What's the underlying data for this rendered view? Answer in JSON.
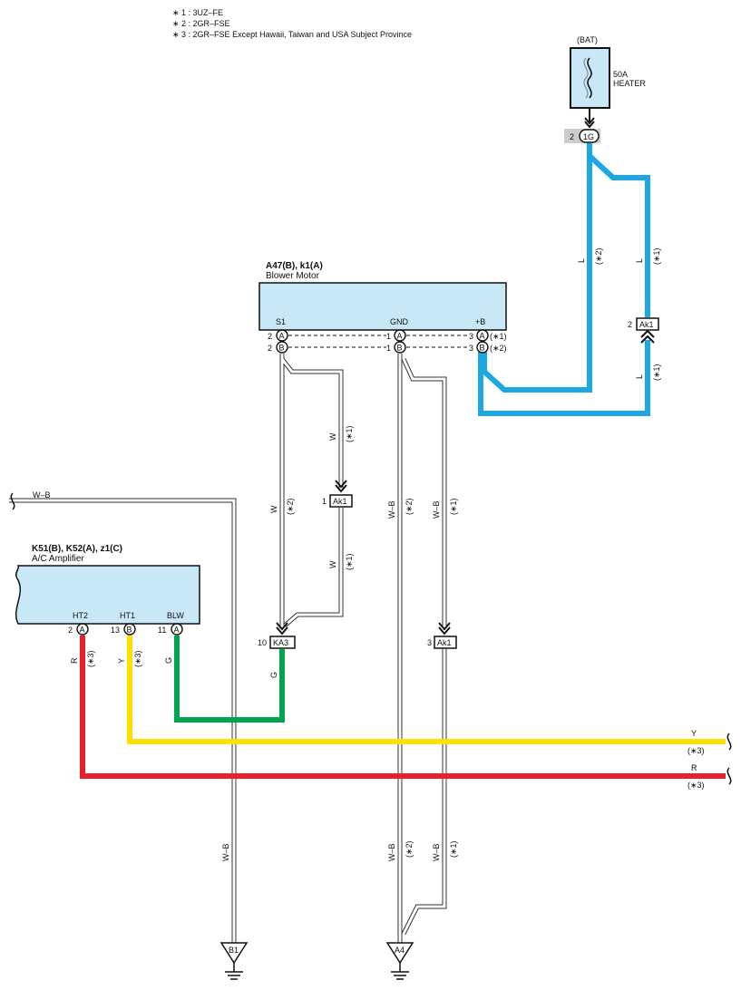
{
  "notes": [
    "∗ 1 : 3UZ–FE",
    "∗ 2 : 2GR–FSE",
    "∗ 3 : 2GR–FSE Except Hawaii,  Taiwan and USA Subject Province"
  ],
  "fuse": {
    "source": "(BAT)",
    "rating": "50A",
    "name": "HEATER",
    "pin": "2",
    "connector": "1G"
  },
  "blower": {
    "id": "A47(B), k1(A)",
    "name": "Blower Motor",
    "terminals": {
      "s1": "S1",
      "gnd": "GND",
      "plus_b": "+B"
    },
    "pins": {
      "s1_a": "2",
      "s1_a_tag": "A",
      "s1_b": "2",
      "s1_b_tag": "B",
      "gnd_a": "1",
      "gnd_a_tag": "A",
      "gnd_b": "1",
      "gnd_b_tag": "B",
      "b_a": "3",
      "b_a_tag": "A",
      "b_a_note": "(∗1)",
      "b_b": "3",
      "b_b_tag": "B",
      "b_b_note": "(∗2)"
    }
  },
  "amplifier": {
    "id": "K51(B), K52(A), z1(C)",
    "name": "A/C Amplifier",
    "terminals": {
      "ht2": "HT2",
      "ht1": "HT1",
      "blw": "BLW"
    },
    "pins": {
      "ht2": "2",
      "ht2_tag": "A",
      "ht1": "13",
      "ht1_tag": "B",
      "blw": "11",
      "blw_tag": "A"
    }
  },
  "connectors": {
    "ak1_top": {
      "pin": "2",
      "name": "Ak1"
    },
    "ak1_mid": {
      "pin": "1",
      "name": "Ak1"
    },
    "ka3": {
      "pin": "10",
      "name": "KA3"
    },
    "ak1_bot": {
      "pin": "3",
      "name": "Ak1"
    }
  },
  "wires": {
    "l": "L",
    "w": "W",
    "wb": "W–B",
    "g": "G",
    "y": "Y",
    "r": "R",
    "n1": "(∗1)",
    "n2": "(∗2)",
    "n3": "(∗3)"
  },
  "grounds": {
    "b1": "B1",
    "a4": "A4"
  },
  "colors": {
    "blue": "#1aa7e2",
    "yellow": "#ffe000",
    "red": "#e8202a",
    "green": "#00a64f",
    "box_fill": "#c8e8f8"
  }
}
